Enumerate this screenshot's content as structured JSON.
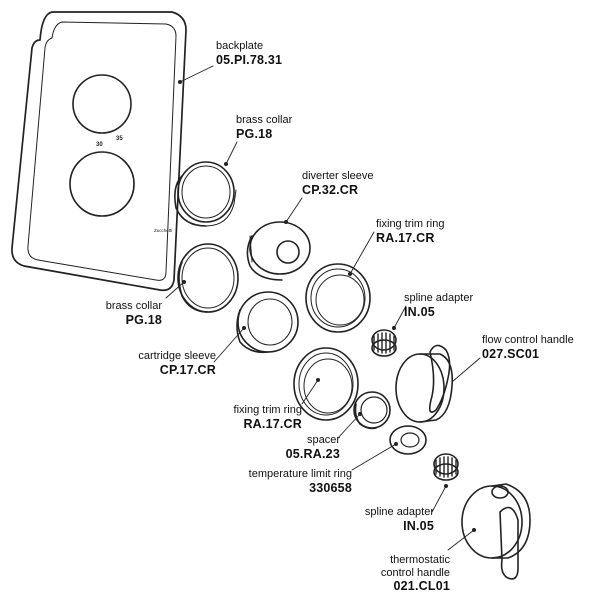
{
  "parts": {
    "backplate": {
      "name": "backplate",
      "code": "05.PI.78.31"
    },
    "brass_collar_top": {
      "name": "brass collar",
      "code": "PG.18"
    },
    "diverter_sleeve": {
      "name": "diverter sleeve",
      "code": "CP.32.CR"
    },
    "fixing_trim_ring_top": {
      "name": "fixing trim ring",
      "code": "RA.17.CR"
    },
    "spline_adapter_top": {
      "name": "spline adapter",
      "code": "IN.05"
    },
    "flow_control_handle": {
      "name": "flow control handle",
      "code": "027.SC01"
    },
    "brass_collar_left": {
      "name": "brass collar",
      "code": "PG.18"
    },
    "cartridge_sleeve": {
      "name": "cartridge sleeve",
      "code": "CP.17.CR"
    },
    "fixing_trim_ring_bottom": {
      "name": "fixing trim ring",
      "code": "RA.17.CR"
    },
    "spacer": {
      "name": "spacer",
      "code": "05.RA.23"
    },
    "temperature_limit_ring": {
      "name": "temperature limit ring",
      "code": "330658"
    },
    "spline_adapter_bottom": {
      "name": "spline adapter",
      "code": "IN.05"
    },
    "thermostatic_control_handle": {
      "name": "thermostatic\ncontrol handle",
      "code": "021.CL01"
    }
  },
  "plate_markings": {
    "scale_30": "30",
    "scale_35": "35",
    "brand": "Zucchetti"
  }
}
